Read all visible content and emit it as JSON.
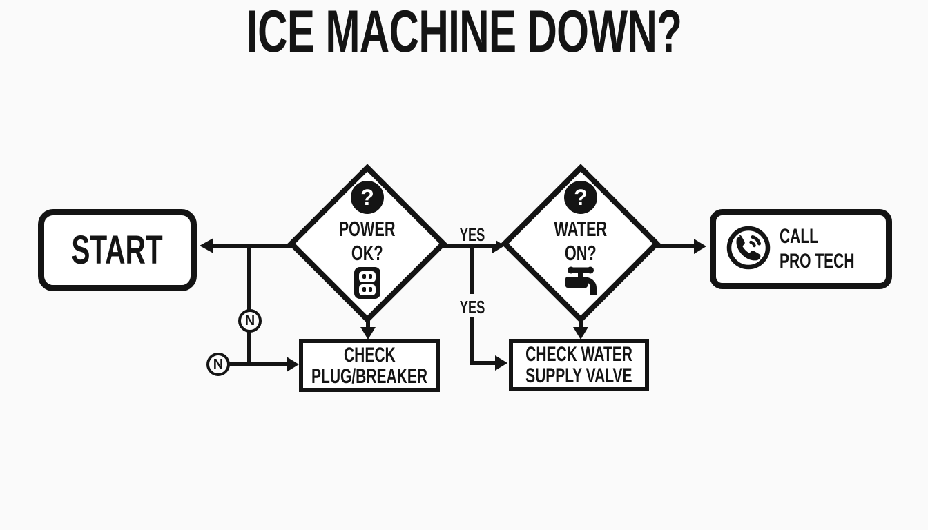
{
  "title": "ICE MACHINE DOWN?",
  "colors": {
    "background": "#fafafa",
    "ink": "#141414",
    "node_fill": "#ffffff"
  },
  "nodes": {
    "start": {
      "label": "START"
    },
    "power_ok": {
      "question_mark": "?",
      "line1": "POWER",
      "line2": "OK?"
    },
    "water_on": {
      "question_mark": "?",
      "line1": "WATER",
      "line2": "ON?"
    },
    "call_pro_tech": {
      "line1": "CALL",
      "line2": "PRO TECH"
    },
    "check_plug_breaker": {
      "line1": "CHECK",
      "line2": "PLUG/BREAKER"
    },
    "check_water_supply_valve": {
      "line1": "CHECK WATER",
      "line2": "SUPPLY VALVE"
    }
  },
  "edge_labels": {
    "power_yes": "YES",
    "water_branch_yes": "YES",
    "power_no_upper": "N",
    "power_no_lower": "N"
  }
}
